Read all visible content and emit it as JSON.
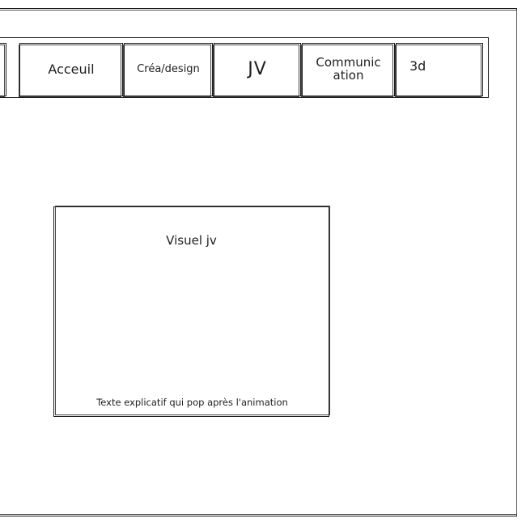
{
  "nav": {
    "items": [
      {
        "label": ""
      },
      {
        "label": "Acceuil"
      },
      {
        "label": "Créa/design"
      },
      {
        "label": "JV"
      },
      {
        "label": "Communication"
      },
      {
        "label": "3d"
      }
    ]
  },
  "visual": {
    "title": "Visuel jv",
    "caption": "Texte explicatif qui pop après l'animation"
  },
  "colors": {
    "stroke": "#1e1e1e",
    "background": "#ffffff"
  }
}
